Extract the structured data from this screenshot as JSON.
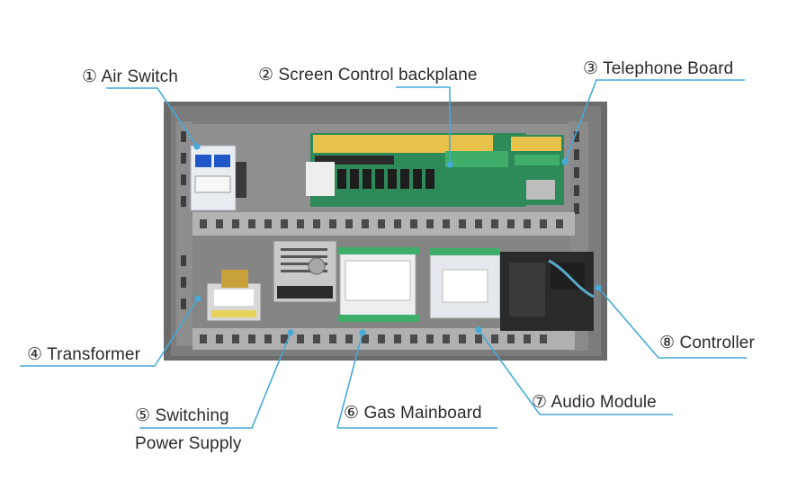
{
  "labels": {
    "air_switch": "① Air Switch",
    "screen_control": "② Screen Control backplane",
    "telephone_board": "③ Telephone Board",
    "transformer": "④ Transformer",
    "switching_power_1": "⑤ Switching",
    "switching_power_2": "Power Supply",
    "gas_mainboard": "⑥ Gas Mainboard",
    "audio_module": "⑦ Audio Module",
    "controller": "⑧ Controller"
  },
  "colors": {
    "leader": "#45aad8",
    "cabinet": "#6f6f6f",
    "rail": "#a9a9a9",
    "pcb_green": "#2f8a5a",
    "terminal_yellow": "#e8c24a"
  }
}
